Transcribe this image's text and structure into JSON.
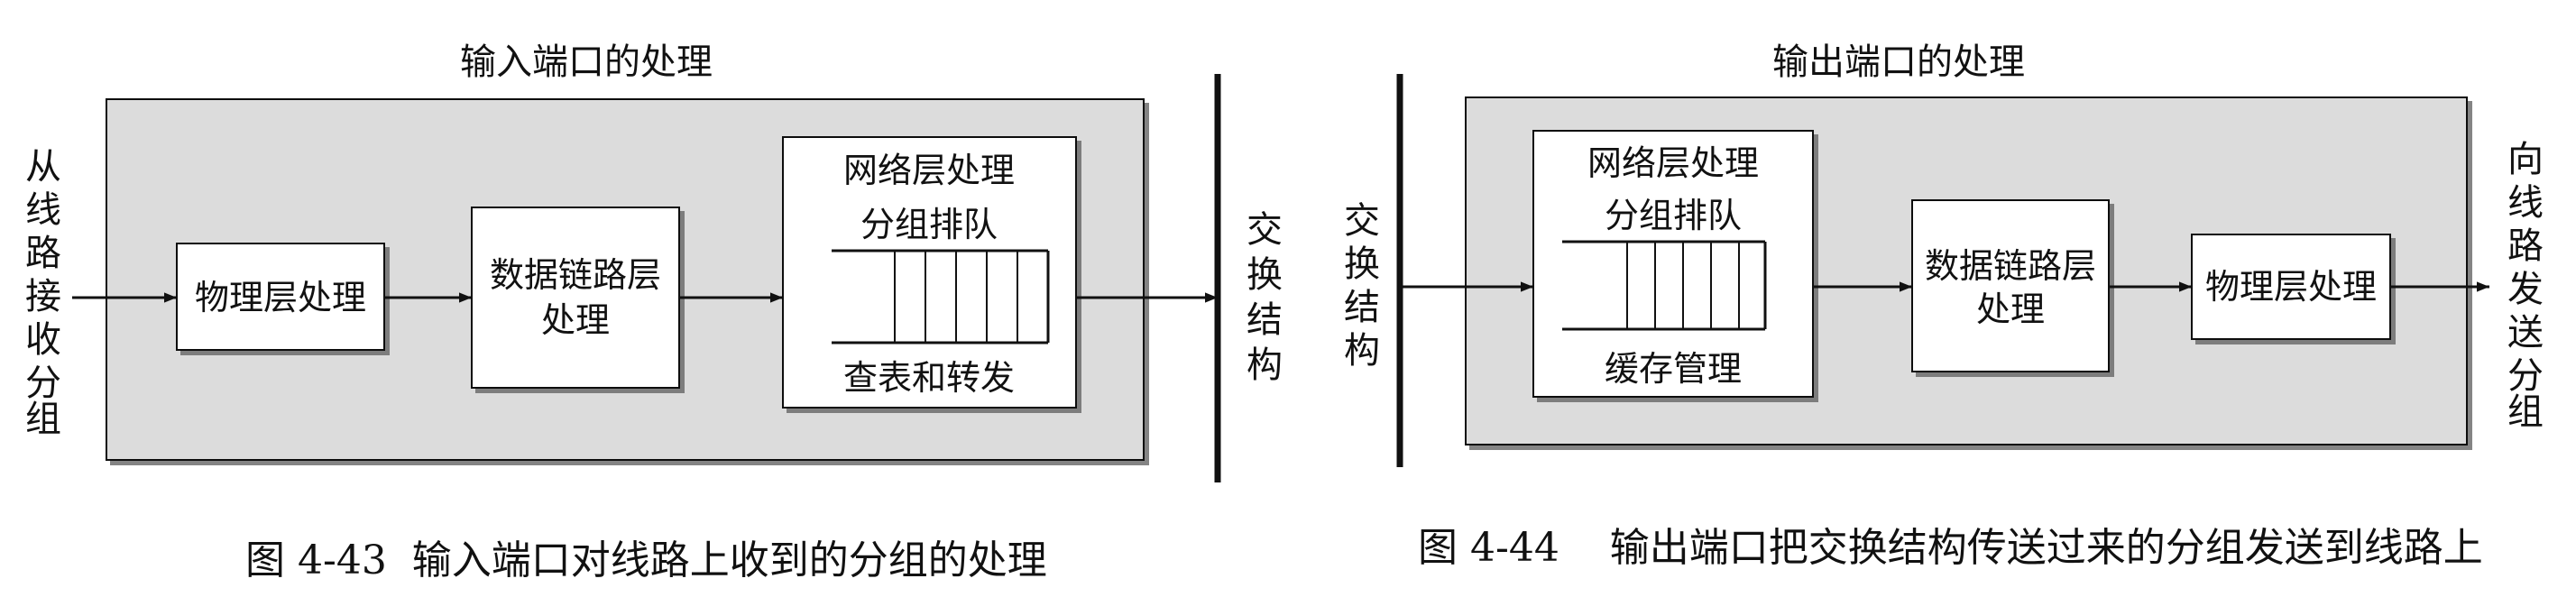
{
  "colors": {
    "panel": "#dcdcdc",
    "line": "#111111",
    "box": "#ffffff"
  },
  "fig43": {
    "title": "输入端口的处理",
    "left_label": [
      "从",
      "线",
      "路",
      "接",
      "收",
      "分",
      "组"
    ],
    "box_physical": "物理层处理",
    "box_datalink": [
      "数据链路层",
      "处理"
    ],
    "box_network": "网络层处理",
    "queue_label": "分组排队",
    "lookup_label": "查表和转发",
    "switch_label": [
      "交",
      "换",
      "结",
      "构"
    ],
    "caption": "图 4-43  输入端口对线路上收到的分组的处理"
  },
  "fig44": {
    "title": "输出端口的处理",
    "switch_label": [
      "交",
      "换",
      "结",
      "构"
    ],
    "box_network": "网络层处理",
    "queue_label": "分组排队",
    "buffer_label": "缓存管理",
    "box_datalink": [
      "数据链路层",
      "处理"
    ],
    "box_physical": "物理层处理",
    "right_label": [
      "向",
      "线",
      "路",
      "发",
      "送",
      "分",
      "组"
    ],
    "caption": "图 4-44    输出端口把交换结构传送过来的分组发送到线路上"
  }
}
